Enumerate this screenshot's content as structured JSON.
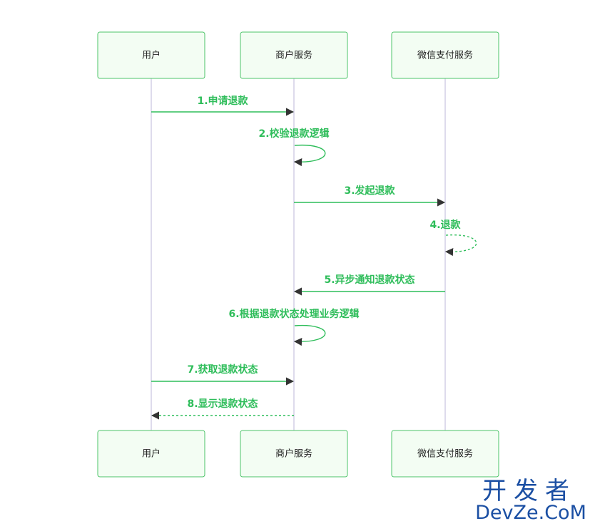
{
  "diagram": {
    "participants": [
      {
        "id": "user",
        "label": "用户"
      },
      {
        "id": "merchant",
        "label": "商户服务"
      },
      {
        "id": "wechat",
        "label": "微信支付服务"
      }
    ],
    "messages": [
      {
        "label": "1.申请退款",
        "from": "user",
        "to": "merchant",
        "style": "solid"
      },
      {
        "label": "2.校验退款逻辑",
        "from": "merchant",
        "to": "merchant",
        "style": "solid"
      },
      {
        "label": "3.发起退款",
        "from": "merchant",
        "to": "wechat",
        "style": "solid"
      },
      {
        "label": "4.退款",
        "from": "wechat",
        "to": "wechat",
        "style": "dashed"
      },
      {
        "label": "5.异步通知退款状态",
        "from": "wechat",
        "to": "merchant",
        "style": "solid"
      },
      {
        "label": "6.根据退款状态处理业务逻辑",
        "from": "merchant",
        "to": "merchant",
        "style": "solid"
      },
      {
        "label": "7.获取退款状态",
        "from": "user",
        "to": "merchant",
        "style": "solid"
      },
      {
        "label": "8.显示退款状态",
        "from": "merchant",
        "to": "user",
        "style": "dashed"
      }
    ],
    "colors": {
      "accent": "#2ebd5a",
      "actor_border": "#4ec46a",
      "actor_fill": "#f3fdf3",
      "lifeline": "#c8c3df"
    }
  },
  "watermark": {
    "chinese": "开发者",
    "english": "DevZe.CoM"
  }
}
